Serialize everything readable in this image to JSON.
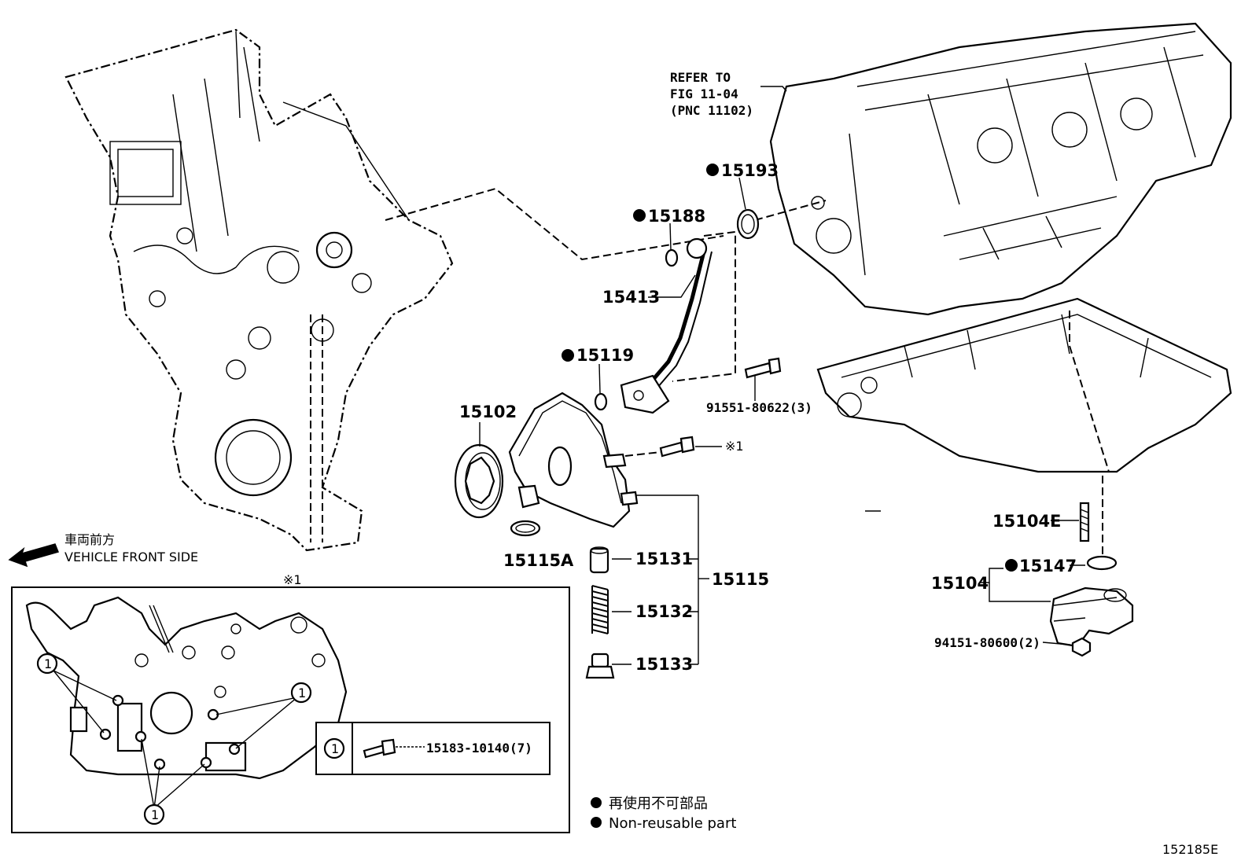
{
  "diagram": {
    "refer_note": {
      "line1": "REFER TO",
      "line2": "FIG 11-04",
      "line3": "(PNC 11102)"
    },
    "parts": {
      "p15193": "15193",
      "p15188": "15188",
      "p15413": "15413",
      "p15119": "15119",
      "p15102": "15102",
      "p15115a": "15115A",
      "p91551": "91551-80622(3)",
      "p_ref1": "※1",
      "p15131": "15131",
      "p15132": "15132",
      "p15133": "15133",
      "p15115": "15115",
      "p15104e": "15104E",
      "p15147": "15147",
      "p15104": "15104",
      "p94151": "94151-80600(2)"
    },
    "front_side": {
      "jp": "車両前方",
      "en": "VEHICLE FRONT SIDE"
    },
    "inset": {
      "title": "※1",
      "callout": "1",
      "table_key": "1",
      "table_part": "15183-10140(7)"
    },
    "legend": {
      "jp": "再使用不可部品",
      "en": "Non-reusable part"
    },
    "figure_id": "152185E"
  }
}
